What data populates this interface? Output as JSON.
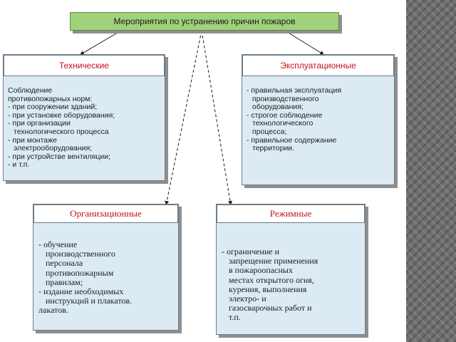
{
  "title": "Мероприятия по устранению причин пожаров",
  "technical": {
    "heading": "Технические",
    "lines": [
      "Соблюдение",
      "противопожарных норм:",
      "- при сооружении зданий;",
      "- при установке оборудования;",
      "- при организации",
      "  технологического процесса",
      "- при монтаже",
      "  электрооборудования;",
      "- при устройстве вентиляции;",
      "- и т.п."
    ]
  },
  "operational": {
    "heading": "Эксплуатационные",
    "lines": [
      "- правильная эксплуатация",
      "  производственного",
      "  оборудования;",
      "- строгое соблюдение",
      "  технологического",
      "  процесса;",
      "- правильное содержание",
      "  территории."
    ]
  },
  "organizational": {
    "heading": "Организационные",
    "lines": [
      "- обучение",
      "  производственного",
      "  персонала",
      "  противопожарным",
      "  правилам;",
      "- издание необходимых",
      "  инструкций и плакатов.",
      "лакатов."
    ]
  },
  "regime": {
    "heading": "Режимные",
    "lines": [
      "- ограничение и",
      "  запрещение применения",
      "  в пожароопасных",
      "  местах открытого огня,",
      "  курения, выполнения",
      "  электро- и",
      "  газосварочных работ и",
      "  т.п."
    ]
  }
}
